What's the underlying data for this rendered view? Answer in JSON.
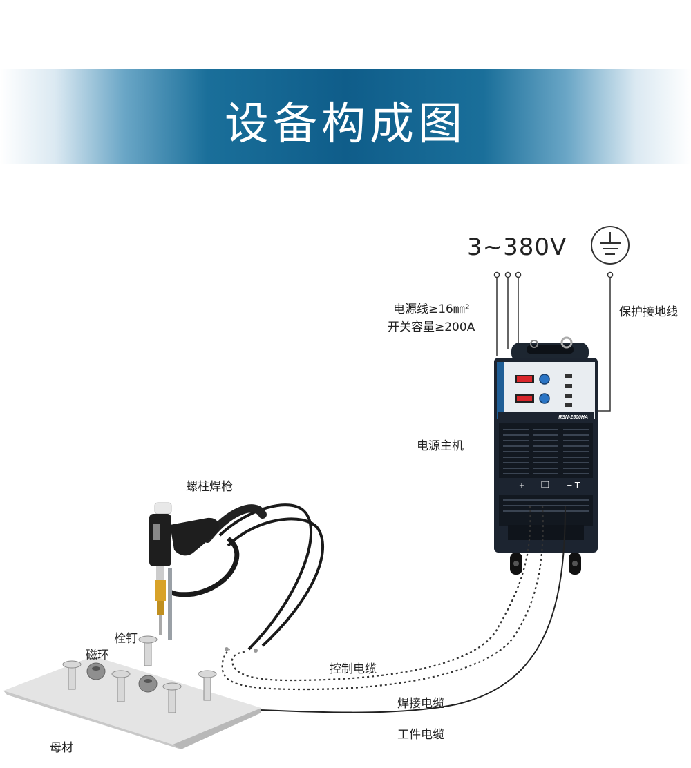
{
  "title": "设备构成图",
  "power": {
    "voltage": "3~380V",
    "cable_spec": "电源线≥16㎜²",
    "switch_capacity": "开关容量≥200A",
    "ground_label": "保护接地线"
  },
  "machine": {
    "label": "电源主机",
    "model": "RSN-2500HA"
  },
  "components": {
    "gun": "螺柱焊枪",
    "stud": "栓钉",
    "ferrule": "磁环",
    "base_metal": "母材"
  },
  "cables": {
    "control": "控制电缆",
    "welding": "焊接电缆",
    "work": "工件电缆"
  },
  "colors": {
    "banner": "#0f5d8a",
    "machine_body": "#1c2430",
    "panel_accent": "#1f5e96"
  }
}
